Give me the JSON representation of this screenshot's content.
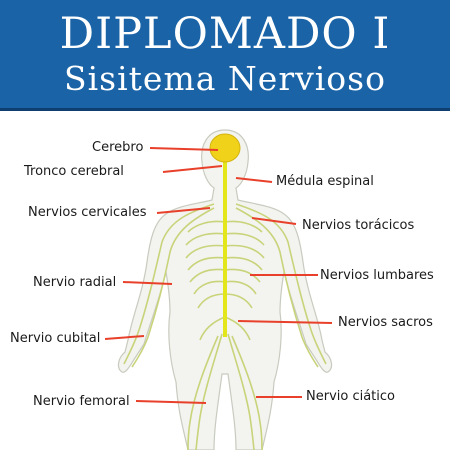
{
  "header": {
    "title": "DIPLOMADO I",
    "subtitle": "Sisitema Nervioso",
    "background_color": "#1a63a6"
  },
  "diagram": {
    "nerve_color": "#c9d37a",
    "spine_color": "#e3e61a",
    "brain_color": "#f0d21a",
    "leader_line_color": "#e8402a",
    "labels": {
      "cerebro": "Cerebro",
      "tronco_cerebral": "Tronco cerebral",
      "nervios_cervicales": "Nervios cervicales",
      "nervio_radial": "Nervio radial",
      "nervio_cubital": "Nervio cubital",
      "nervio_femoral": "Nervio femoral",
      "medula_espinal": "Médula espinal",
      "nervios_toracicos": "Nervios torácicos",
      "nervios_lumbares": "Nervios lumbares",
      "nervios_sacros": "Nervios sacros",
      "nervio_ciatico": "Nervio ciático"
    }
  }
}
